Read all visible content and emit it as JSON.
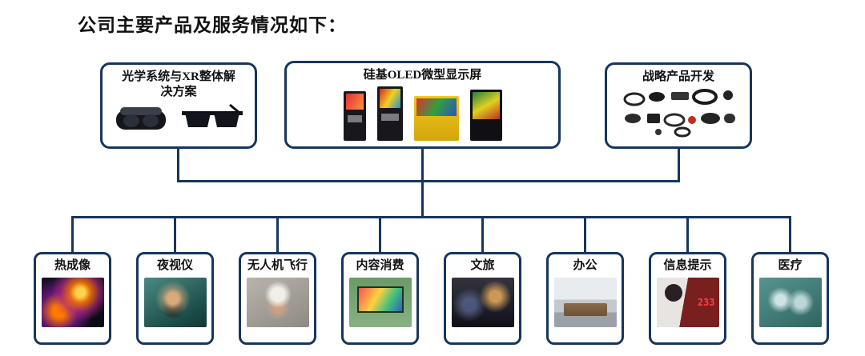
{
  "page": {
    "title": "公司主要产品及服务情况如下："
  },
  "colors": {
    "line": "#16365c",
    "border": "#16365c",
    "text": "#111111",
    "info_overlay_red": "#ff4040"
  },
  "top": {
    "items": [
      {
        "label": "光学系统与XR整体解决方案",
        "image": "xr-glasses-photo"
      },
      {
        "label": "硅基OLED微型显示屏",
        "image": "oled-microdisplay-products-photo"
      },
      {
        "label": "战略产品开发",
        "image": "strategic-components-photo"
      }
    ]
  },
  "bottom": {
    "items": [
      {
        "label": "热成像",
        "image": "thermal-imaging-photo"
      },
      {
        "label": "夜视仪",
        "image": "night-vision-photo"
      },
      {
        "label": "无人机飞行",
        "image": "drone-flight-photo"
      },
      {
        "label": "内容消费",
        "image": "content-consumption-photo"
      },
      {
        "label": "文旅",
        "image": "culture-tourism-photo"
      },
      {
        "label": "办公",
        "image": "office-photo"
      },
      {
        "label": "信息提示",
        "image": "info-display-photo",
        "overlay": "233"
      },
      {
        "label": "医疗",
        "image": "medical-photo"
      }
    ]
  }
}
